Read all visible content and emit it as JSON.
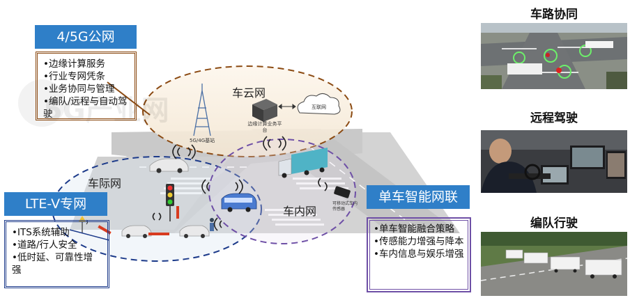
{
  "left": {
    "g45_title": "4/5G公网",
    "g45_items": [
      "•边缘计算服务",
      "•行业专网凭条",
      "•业务协同与管理",
      "•编队/远程与自动驾驶"
    ],
    "ltev_title": "LTE-V专网",
    "ltev_items": [
      "•ITS系统辅助",
      "•道路/行人安全",
      "•低时延、可靠性增强"
    ]
  },
  "center": {
    "cloud_net": "车云网",
    "vehicle_net": "车际网",
    "in_vehicle_net": "车内网",
    "base_station": "5G/4G基站",
    "edge_platform": "边缘计算业务平台",
    "internet": "互联网",
    "sensor_label": "可移动式车内传感器"
  },
  "right_box": {
    "title": "单车智能网联",
    "items": [
      "•单车智能融合策略",
      "•传感能力增强与降本",
      "•车内信息与娱乐增强"
    ]
  },
  "photos": {
    "p1": "车路协同",
    "p2": "远程驾驶",
    "p3": "编队行驶"
  },
  "watermark": "5G产业网",
  "colors": {
    "blue": "#2f7fc8",
    "brown": "#8b4a12",
    "navy": "#1c3a8a",
    "purple": "#6e4fa6"
  }
}
